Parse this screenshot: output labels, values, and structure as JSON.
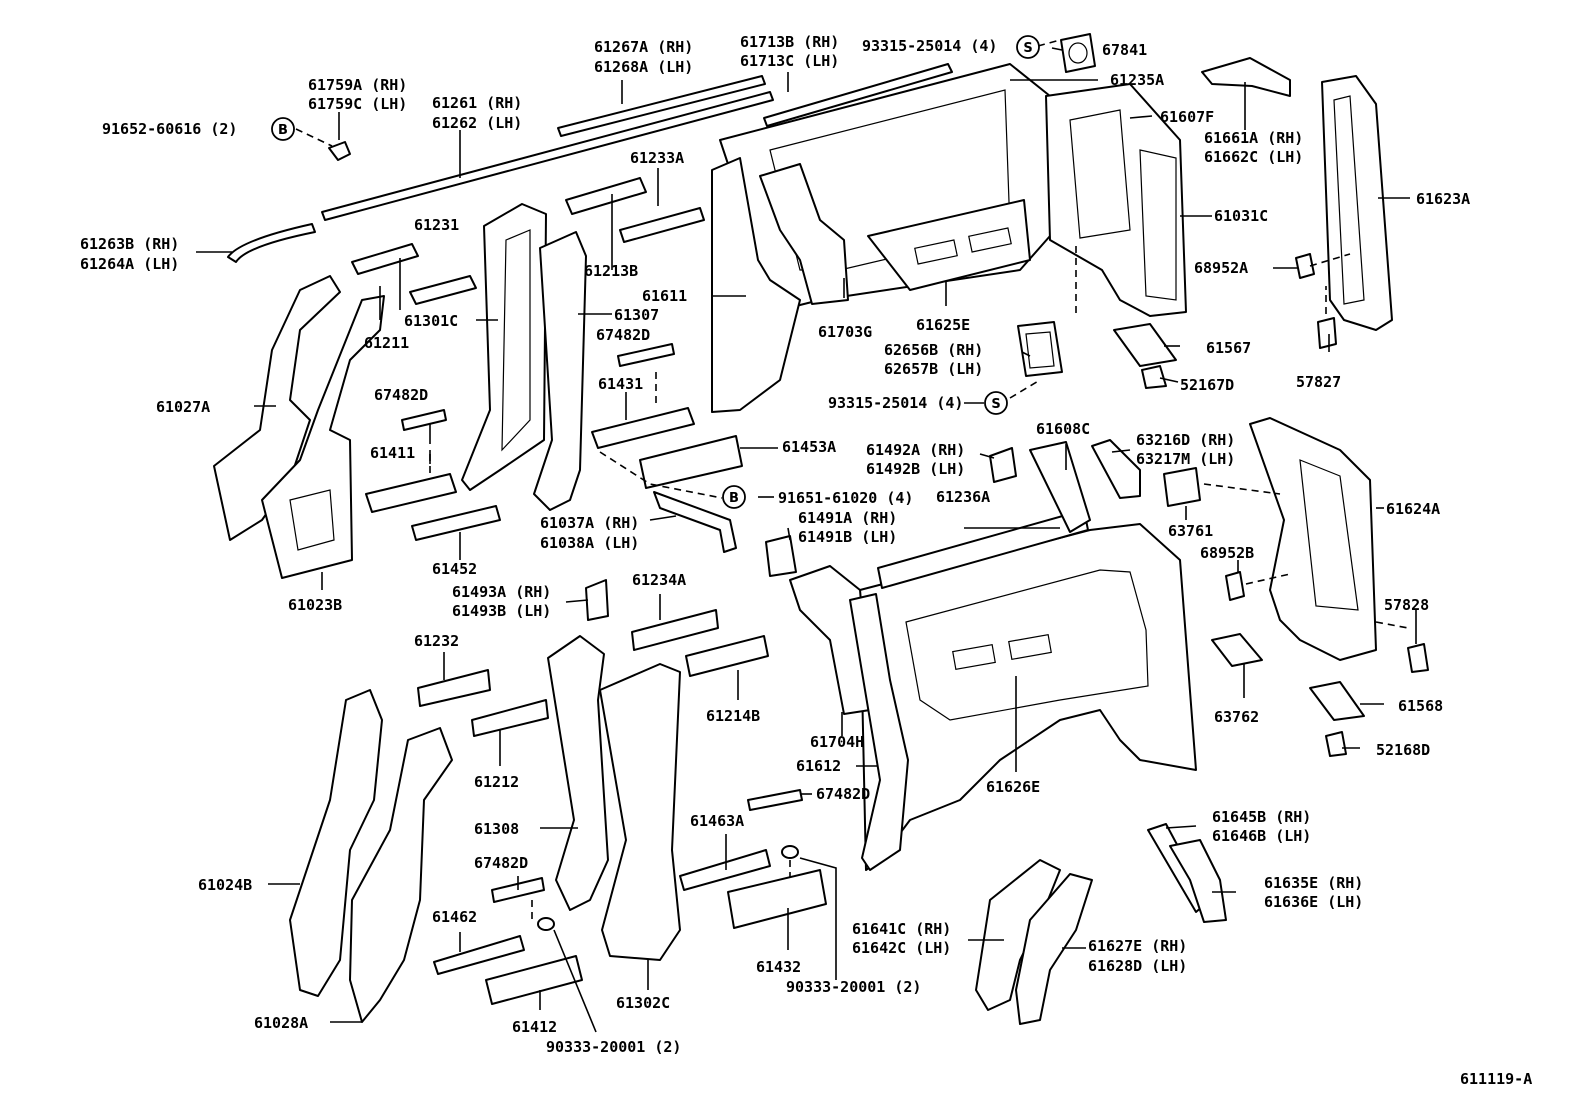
{
  "diagram_code": "611119-A",
  "symbols": {
    "s": "S",
    "b": "B"
  },
  "labels": {
    "p61267A": "61267A (RH)",
    "p61268A": "61268A (LH)",
    "p61713B": "61713B (RH)",
    "p61713C": "61713C (LH)",
    "p93315a": "93315-25014 (4)",
    "p67841": "67841",
    "p61759A": "61759A (RH)",
    "p61759C": "61759C (LH)",
    "p61261": "61261 (RH)",
    "p61262": "61262 (LH)",
    "p91652": "91652-60616 (2)",
    "p61235A": "61235A",
    "p61607F": "61607F",
    "p61661A": "61661A (RH)",
    "p61662C": "61662C (LH)",
    "p61233A": "61233A",
    "p61623A": "61623A",
    "p61031C": "61031C",
    "p61263B": "61263B (RH)",
    "p61264A": "61264A (LH)",
    "p61231": "61231",
    "p61213B": "61213B",
    "p61611": "61611",
    "p68952A": "68952A",
    "p61307": "61307",
    "p61301C": "61301C",
    "p67482Da": "67482D",
    "p61211": "61211",
    "p61703G": "61703G",
    "p61625E": "61625E",
    "p61567": "61567",
    "p62656B": "62656B (RH)",
    "p62657B": "62657B (LH)",
    "p57827": "57827",
    "p52167D": "52167D",
    "p93315b": "93315-25014 (4)",
    "p61027A": "61027A",
    "p67482Db": "67482D",
    "p61431": "61431",
    "p61608C": "61608C",
    "p63216D": "63216D (RH)",
    "p63217M": "63217M (LH)",
    "p61453A": "61453A",
    "p61492A": "61492A (RH)",
    "p61492B": "61492B (LH)",
    "p61411": "61411",
    "p91651": "91651-61020 (4)",
    "p61236A": "61236A",
    "p61624A": "61624A",
    "p61491A": "61491A (RH)",
    "p61491B": "61491B (LH)",
    "p61037A": "61037A (RH)",
    "p61038A": "61038A (LH)",
    "p63761": "63761",
    "p61452": "61452",
    "p68952B": "68952B",
    "p61493A": "61493A (RH)",
    "p61493B": "61493B (LH)",
    "p61023B": "61023B",
    "p61234A": "61234A",
    "p57828": "57828",
    "p61232": "61232",
    "p61214B": "61214B",
    "p61568": "61568",
    "p63762": "63762",
    "p61212": "61212",
    "p61704H": "61704H",
    "p52168D": "52168D",
    "p61612": "61612",
    "p61626E": "61626E",
    "p67482Dc": "67482D",
    "p61024B": "61024B",
    "p61308": "61308",
    "p61463A": "61463A",
    "p61645B": "61645B (RH)",
    "p61646B": "61646B (LH)",
    "p67482Dd": "67482D",
    "p61635E": "61635E (RH)",
    "p61636E": "61636E (LH)",
    "p61462": "61462",
    "p61641C": "61641C (RH)",
    "p61642C": "61642C (LH)",
    "p61627E": "61627E (RH)",
    "p61628D": "61628D (LH)",
    "p61432": "61432",
    "p90333a": "90333-20001 (2)",
    "p61028A": "61028A",
    "p61412": "61412",
    "p61302C": "61302C",
    "p90333b": "90333-20001 (2)"
  }
}
